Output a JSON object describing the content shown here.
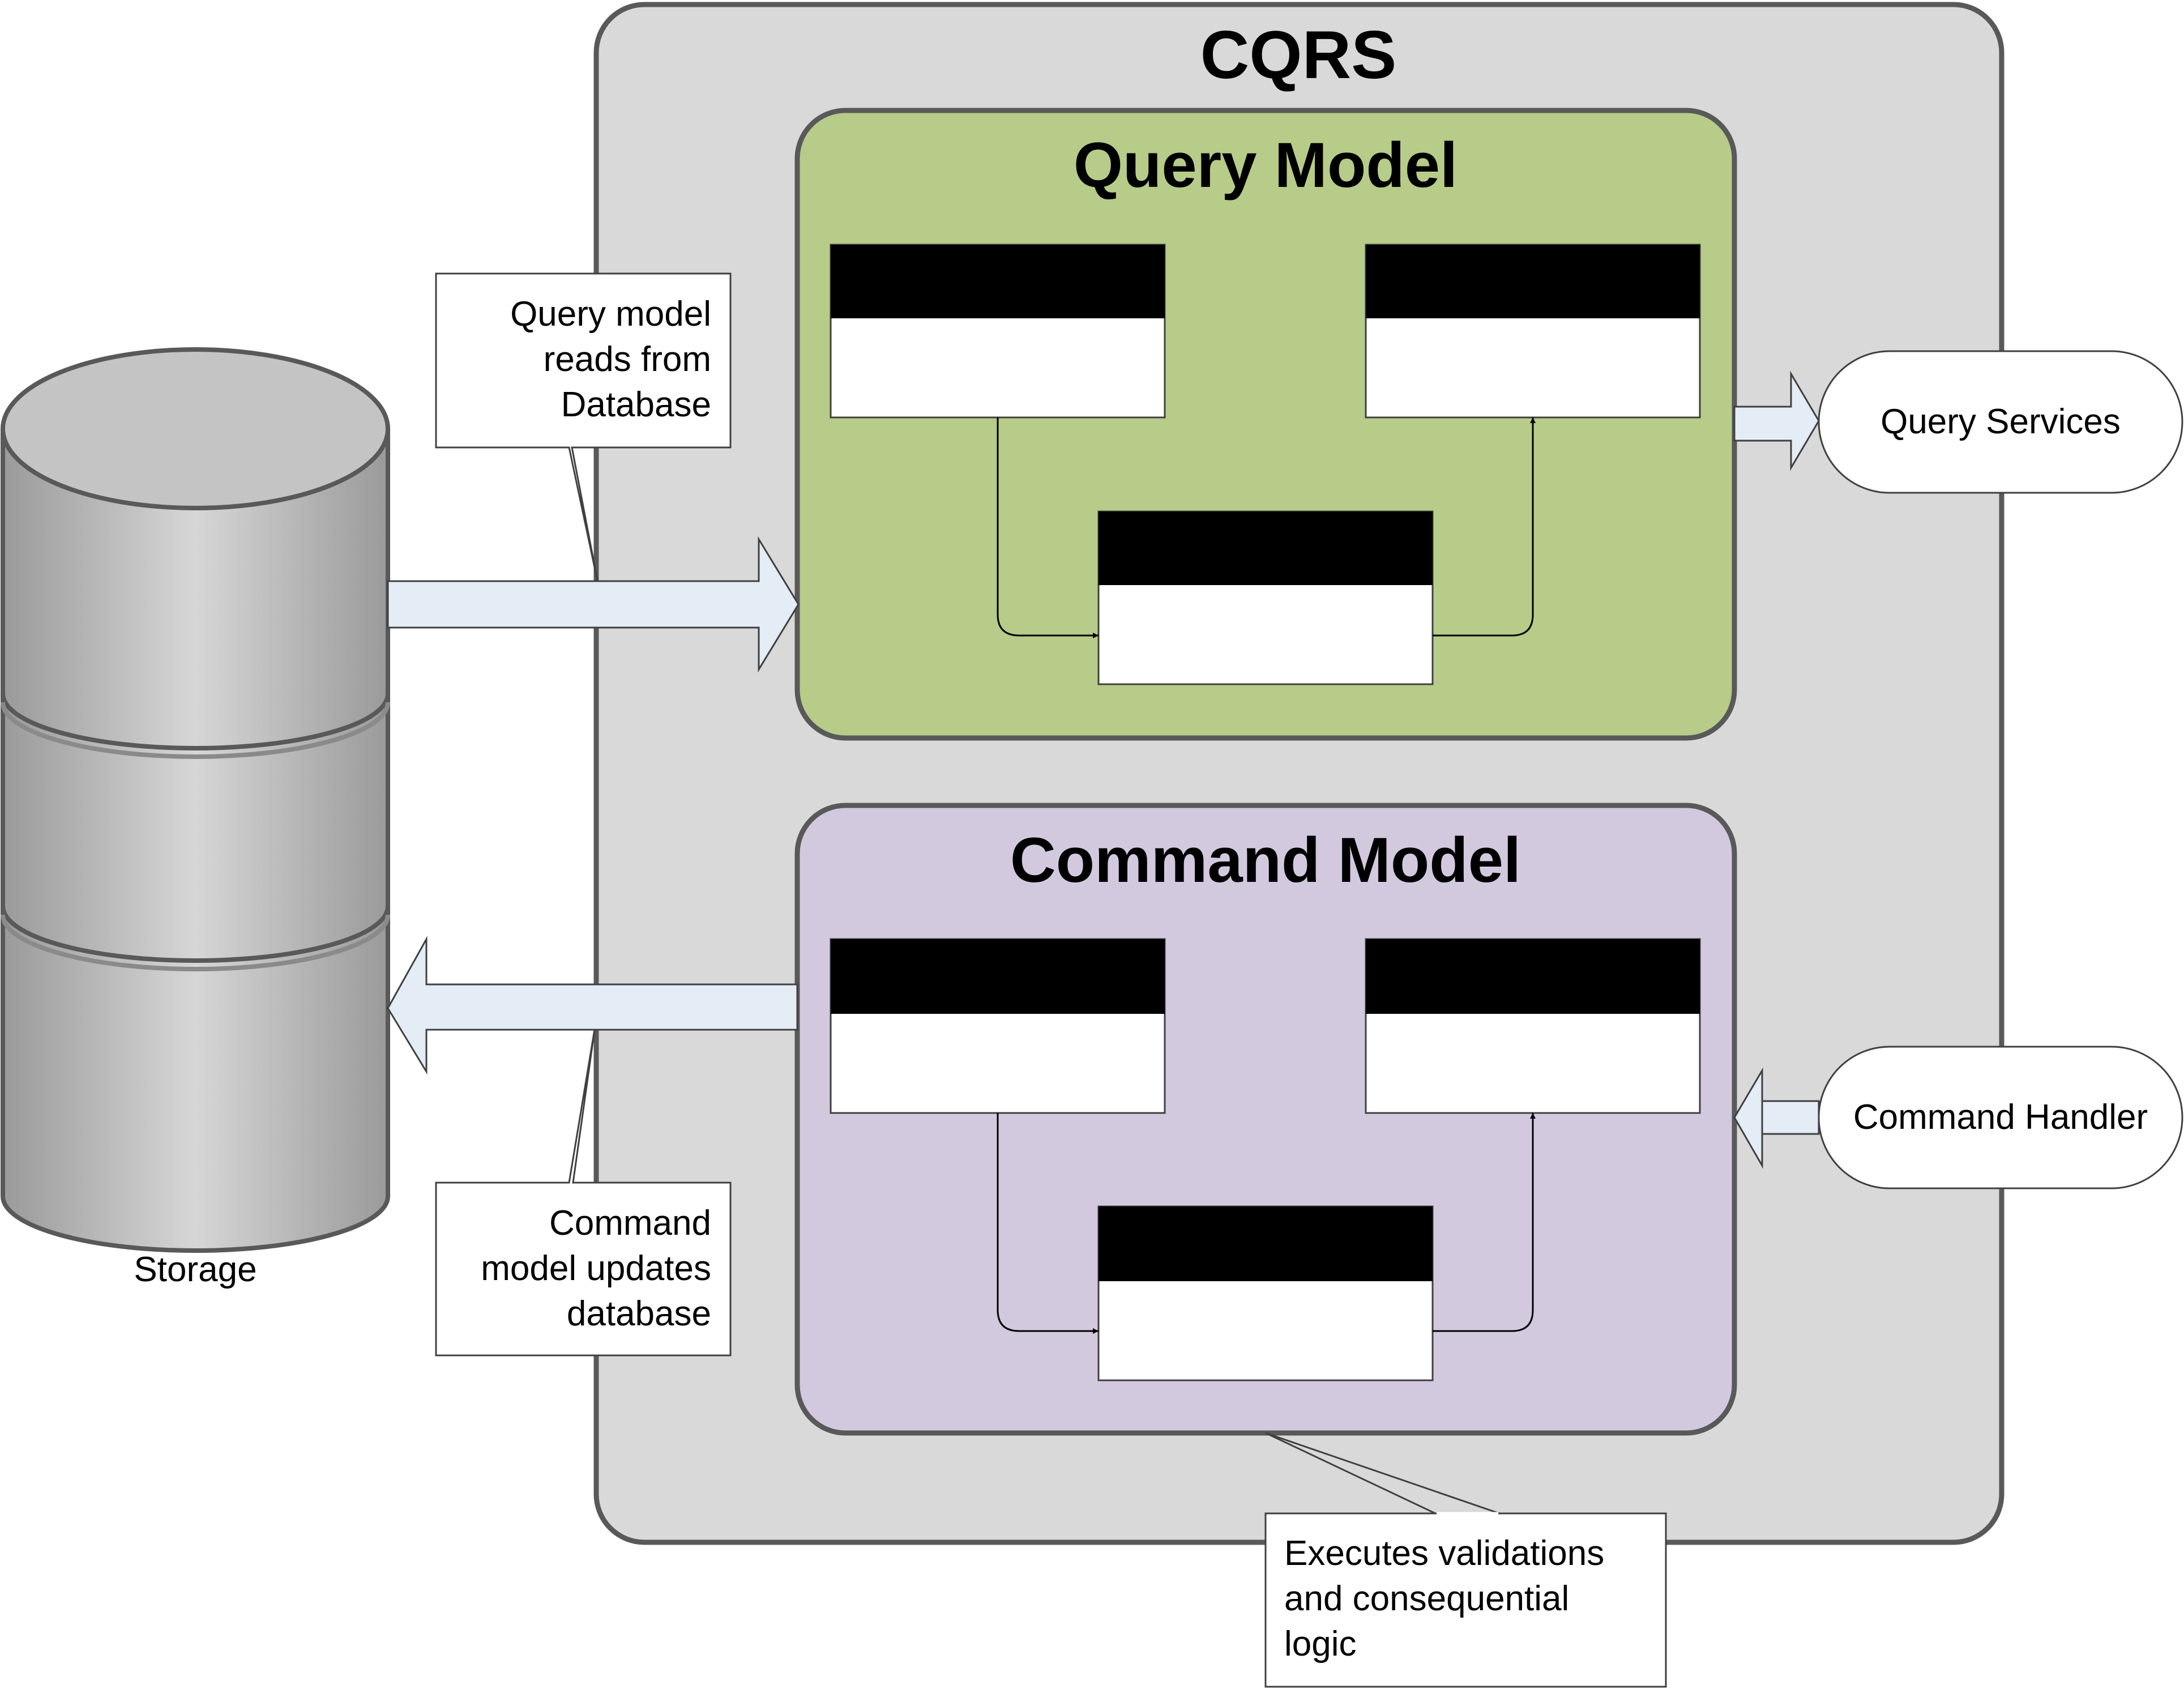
{
  "diagram": {
    "outer": {
      "title": "CQRS"
    },
    "query_model": {
      "title": "Query Model"
    },
    "command_model": {
      "title": "Command Model"
    },
    "storage": {
      "label": "Storage"
    },
    "query_services": {
      "label": "Query Services"
    },
    "command_handler": {
      "label": "Command Handler"
    },
    "callouts": {
      "reads": [
        "Query model",
        "reads from",
        "Database"
      ],
      "updates": [
        "Command",
        "model updates",
        "database"
      ],
      "validations": [
        "Executes validations",
        "and consequential",
        "logic"
      ]
    }
  },
  "colors": {
    "outer_fill": "#d9d9d9",
    "outer_stroke": "#595959",
    "query_fill": "#b7cc88",
    "command_fill": "#d3c9df",
    "arrow_fill": "#e4ecf6",
    "entity_header": "#000000",
    "entity_body": "#ffffff"
  }
}
